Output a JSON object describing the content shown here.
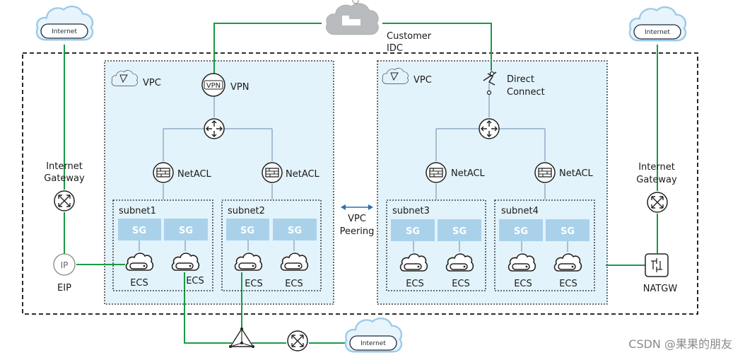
{
  "colors": {
    "vpc_fill": "#e3f3fb",
    "green_link": "#1a9a46",
    "blue_link": "#7e9cb8",
    "sg_fill": "#a9d2ea",
    "cloud_fill": "#e8f4fc",
    "cloud_stroke": "#9ccbe8",
    "dark_cloud": "#b9bcbf"
  },
  "clouds": {
    "internet_tl": "Internet",
    "internet_tr": "Internet",
    "internet_bottom": "Internet"
  },
  "customer_idc": {
    "line1": "Customer",
    "line2": "IDC"
  },
  "vpc_left": {
    "label": "VPC",
    "vpn": "VPN",
    "vpn_icon_text": "VPN",
    "netacl_1": "NetACL",
    "netacl_2": "NetACL",
    "subnet_1": {
      "label": "subnet1",
      "sg": [
        "SG",
        "SG"
      ],
      "ecs": [
        "ECS",
        "ECS"
      ]
    },
    "subnet_2": {
      "label": "subnet2",
      "sg": [
        "SG",
        "SG"
      ],
      "ecs": [
        "ECS",
        "ECS"
      ]
    }
  },
  "vpc_right": {
    "label": "VPC",
    "direct_connect": {
      "line1": "Direct",
      "line2": "Connect"
    },
    "netacl_1": "NetACL",
    "netacl_2": "NetACL",
    "subnet_3": {
      "label": "subnet3",
      "sg": [
        "SG",
        "SG"
      ],
      "ecs": [
        "ECS",
        "ECS"
      ]
    },
    "subnet_4": {
      "label": "subnet4",
      "sg": [
        "SG",
        "SG"
      ],
      "ecs": [
        "ECS",
        "ECS"
      ]
    }
  },
  "peering": {
    "line1": "VPC",
    "line2": "Peering"
  },
  "internet_gateway_left": {
    "line1": "Internet",
    "line2": "Gateway"
  },
  "internet_gateway_right": {
    "line1": "Internet",
    "line2": "Gateway"
  },
  "eip": {
    "label": "EIP",
    "icon_text": "IP"
  },
  "natgw": "NATGW",
  "watermark": "CSDN @果果的朋友"
}
